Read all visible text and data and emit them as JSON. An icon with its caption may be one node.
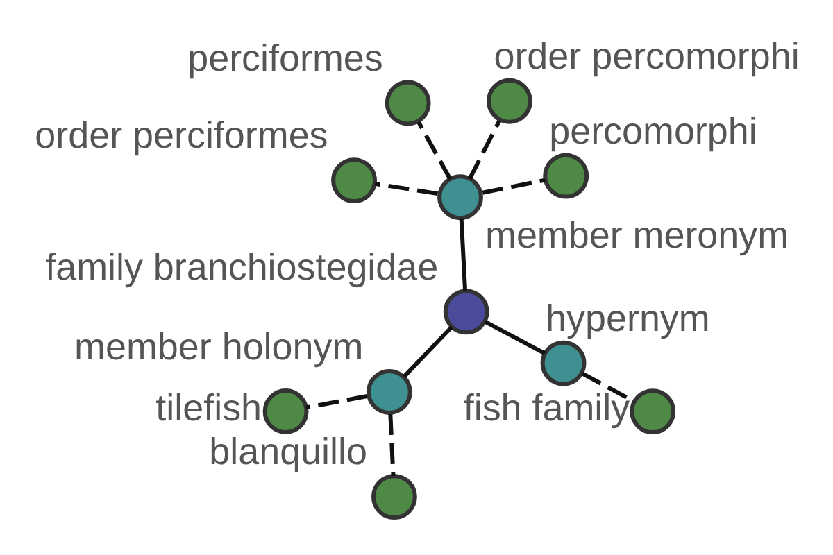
{
  "diagram": {
    "nodes": [
      {
        "text": [
          "family branchiostegidae"
        ]
      },
      {
        "text": [
          "member meronym"
        ]
      },
      {
        "text": [
          "percomorphi"
        ]
      },
      {
        "text": [
          "perciformes"
        ]
      },
      {
        "text": [
          "order percomorphi"
        ]
      },
      {
        "text": [
          "order perciformes"
        ]
      },
      {
        "text": [
          "member holonym"
        ]
      },
      {
        "text": [
          "blanquillo"
        ]
      },
      {
        "text": [
          "tilefish"
        ]
      },
      {
        "text": [
          "hypernym"
        ]
      },
      {
        "text": [
          "fish family"
        ]
      }
    ],
    "edges": [
      {
        "from": 0,
        "to": 1,
        "arrow": "none"
      },
      {
        "from": 1,
        "to": 2,
        "arrow": "none",
        "style": "dashed"
      },
      {
        "from": 1,
        "to": 3,
        "arrow": "none",
        "style": "dashed"
      },
      {
        "from": 1,
        "to": 4,
        "arrow": "none",
        "style": "dashed"
      },
      {
        "from": 1,
        "to": 5,
        "arrow": "none",
        "style": "dashed"
      },
      {
        "from": 0,
        "to": 6,
        "arrow": "none"
      },
      {
        "from": 6,
        "to": 7,
        "arrow": "none",
        "style": "dashed"
      },
      {
        "from": 6,
        "to": 8,
        "arrow": "none",
        "style": "dashed"
      },
      {
        "from": 0,
        "to": 9,
        "arrow": "none"
      },
      {
        "from": 9,
        "to": 10,
        "arrow": "none",
        "style": "dashed"
      }
    ]
  }
}
